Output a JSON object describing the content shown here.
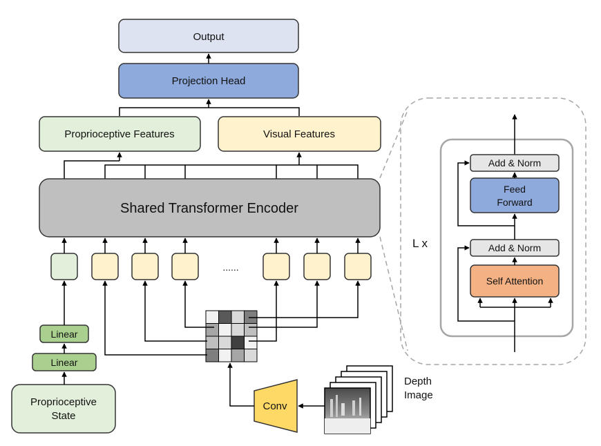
{
  "colors": {
    "output_fill": "#dde3f1",
    "projection_fill": "#8ea9db",
    "proprio_features_fill": "#e2efda",
    "visual_features_fill": "#fff2cc",
    "encoder_fill": "#bfbfbf",
    "token_green": "#e2efda",
    "token_yellow": "#fff2cc",
    "linear_fill": "#a9d08e",
    "state_fill": "#e2efda",
    "conv_fill": "#ffd966",
    "ffn_fill": "#8ea9db",
    "attention_fill": "#f4b183",
    "addnorm_fill": "#e7e6e6"
  },
  "labels": {
    "output": "Output",
    "projection_head": "Projection Head",
    "proprioceptive_features": "Proprioceptive Features",
    "visual_features": "Visual Features",
    "encoder": "Shared Transformer Encoder",
    "ellipsis": "......",
    "linear_top": "Linear",
    "linear_bottom": "Linear",
    "state_line1": "Proprioceptive",
    "state_line2": "State",
    "conv": "Conv",
    "depth_line1": "Depth",
    "depth_line2": "Image",
    "repeat": "L x",
    "add_norm_top": "Add & Norm",
    "feed_line1": "Feed",
    "feed_line2": "Forward",
    "add_norm_bottom": "Add & Norm",
    "self_attention": "Self Attention"
  },
  "patch_grid_shades": [
    [
      "#f2f2f2",
      "#595959",
      "#d9d9d9",
      "#7f7f7f"
    ],
    [
      "#a6a6a6",
      "#f2f2f2",
      "#d9d9d9",
      "#bfbfbf"
    ],
    [
      "#bfbfbf",
      "#d9d9d9",
      "#404040",
      "#f2f2f2"
    ],
    [
      "#7f7f7f",
      "#f2f2f2",
      "#a6a6a6",
      "#d9d9d9"
    ]
  ]
}
